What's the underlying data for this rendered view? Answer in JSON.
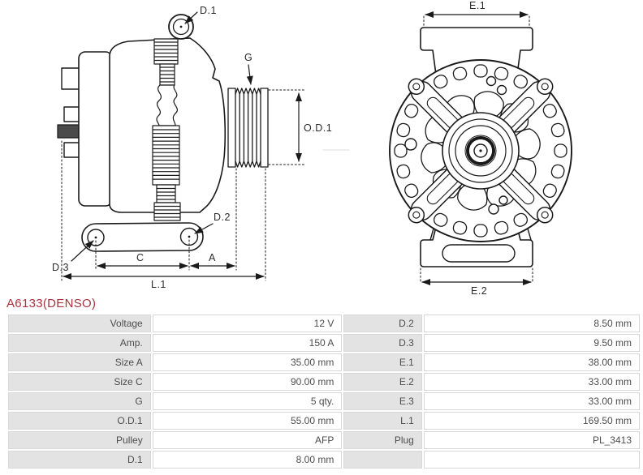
{
  "title": {
    "text": "A6133(DENSO)",
    "color": "#a8333c"
  },
  "diagrams": {
    "side_view": {
      "description": "alternator side view technical drawing",
      "labels": {
        "d1": "D.1",
        "g": "G",
        "od1": "O.D.1",
        "d2": "D.2",
        "d3": "D.3",
        "c": "C",
        "a": "A",
        "l1": "L.1"
      }
    },
    "front_view": {
      "description": "alternator front view technical drawing",
      "labels": {
        "e1": "E.1",
        "e2": "E.2"
      }
    }
  },
  "spec_table": {
    "rows": [
      {
        "l_label": "Voltage",
        "l_value": "12 V",
        "r_label": "D.2",
        "r_value": "8.50 mm"
      },
      {
        "l_label": "Amp.",
        "l_value": "150 A",
        "r_label": "D.3",
        "r_value": "9.50 mm"
      },
      {
        "l_label": "Size A",
        "l_value": "35.00 mm",
        "r_label": "E.1",
        "r_value": "38.00 mm"
      },
      {
        "l_label": "Size C",
        "l_value": "90.00 mm",
        "r_label": "E.2",
        "r_value": "33.00 mm"
      },
      {
        "l_label": "G",
        "l_value": "5 qty.",
        "r_label": "E.3",
        "r_value": "33.00 mm"
      },
      {
        "l_label": "O.D.1",
        "l_value": "55.00 mm",
        "r_label": "L.1",
        "r_value": "169.50 mm"
      },
      {
        "l_label": "Pulley",
        "l_value": "AFP",
        "r_label": "Plug",
        "r_value": "PL_3413"
      },
      {
        "l_label": "D.1",
        "l_value": "8.00 mm",
        "r_label": "",
        "r_value": ""
      }
    ],
    "colors": {
      "label_bg": "#e3e3e3",
      "value_bg": "#ffffff",
      "border": "#d8d8d8",
      "text": "#4d4d4d"
    }
  }
}
